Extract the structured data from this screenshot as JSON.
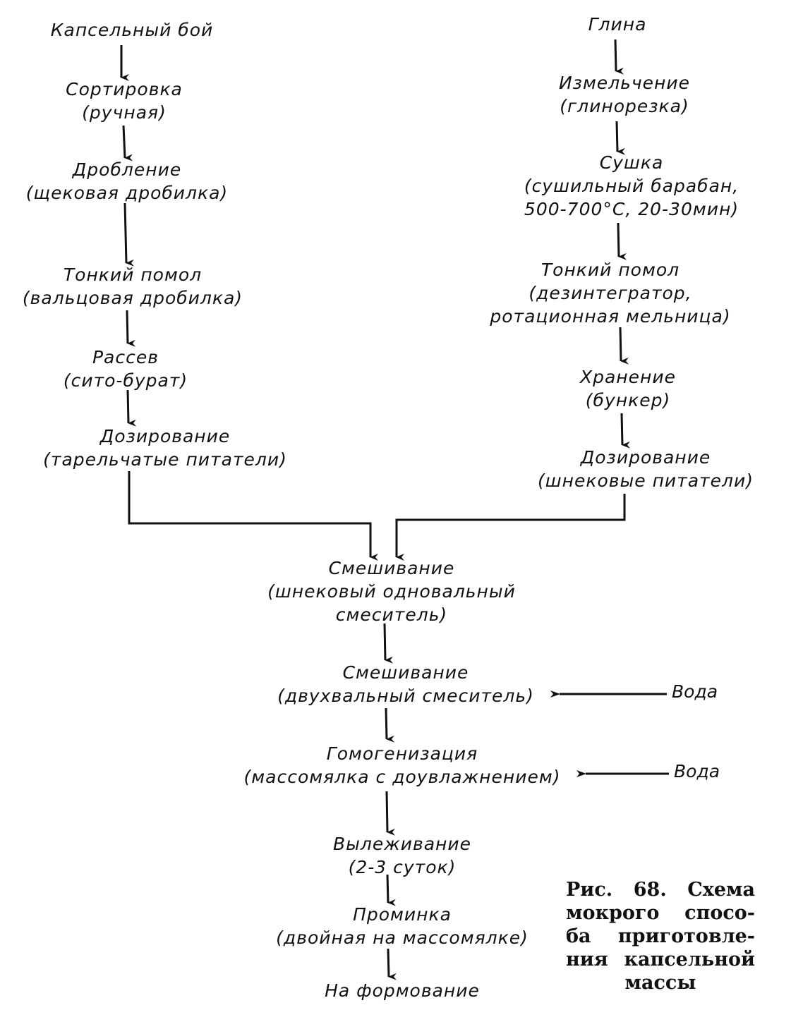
{
  "left_chain": [
    {
      "lines": [
        "Капсельный бой"
      ]
    },
    {
      "lines": [
        "Сортировка",
        "(ручная)"
      ]
    },
    {
      "lines": [
        "Дробление",
        "(щековая дробилка)"
      ]
    },
    {
      "lines": [
        "Тонкий помол",
        "(вальцовая дробилка)"
      ]
    },
    {
      "lines": [
        "Рассев",
        "(сито-бурат)"
      ]
    },
    {
      "lines": [
        "Дозирование",
        "(тарельчатые питатели)"
      ]
    }
  ],
  "right_chain": [
    {
      "lines": [
        "Глина"
      ]
    },
    {
      "lines": [
        "Измельчение",
        "(глинорезка)"
      ]
    },
    {
      "lines": [
        "Сушка",
        "(сушильный барабан,",
        "500-700°C, 20-30мин)"
      ]
    },
    {
      "lines": [
        "Тонкий помол",
        "(дезинтегратор,",
        "ротационная мельница)"
      ]
    },
    {
      "lines": [
        "Хранение",
        "(бункер)"
      ]
    },
    {
      "lines": [
        "Дозирование",
        "(шнековые питатели)"
      ]
    }
  ],
  "center_chain": [
    {
      "lines": [
        "Смешивание",
        "(шнековый одновальный",
        "смеситель)"
      ]
    },
    {
      "lines": [
        "Смешивание",
        "(двухвальный смеситель)"
      ]
    },
    {
      "lines": [
        "Гомогенизация",
        "(массомялка с доувлажнением)"
      ]
    },
    {
      "lines": [
        "Вылеживание",
        "(2-3 суток)"
      ]
    },
    {
      "lines": [
        "Проминка",
        "(двойная на массомялке)"
      ]
    },
    {
      "lines": [
        "На формование"
      ]
    }
  ],
  "water_inputs": [
    "Вода",
    "Вода"
  ],
  "caption": {
    "lines": [
      "Рис. 68. Схема",
      "мокрого спосо-",
      "ба приготовле-",
      "ния капсельной",
      "массы"
    ]
  }
}
